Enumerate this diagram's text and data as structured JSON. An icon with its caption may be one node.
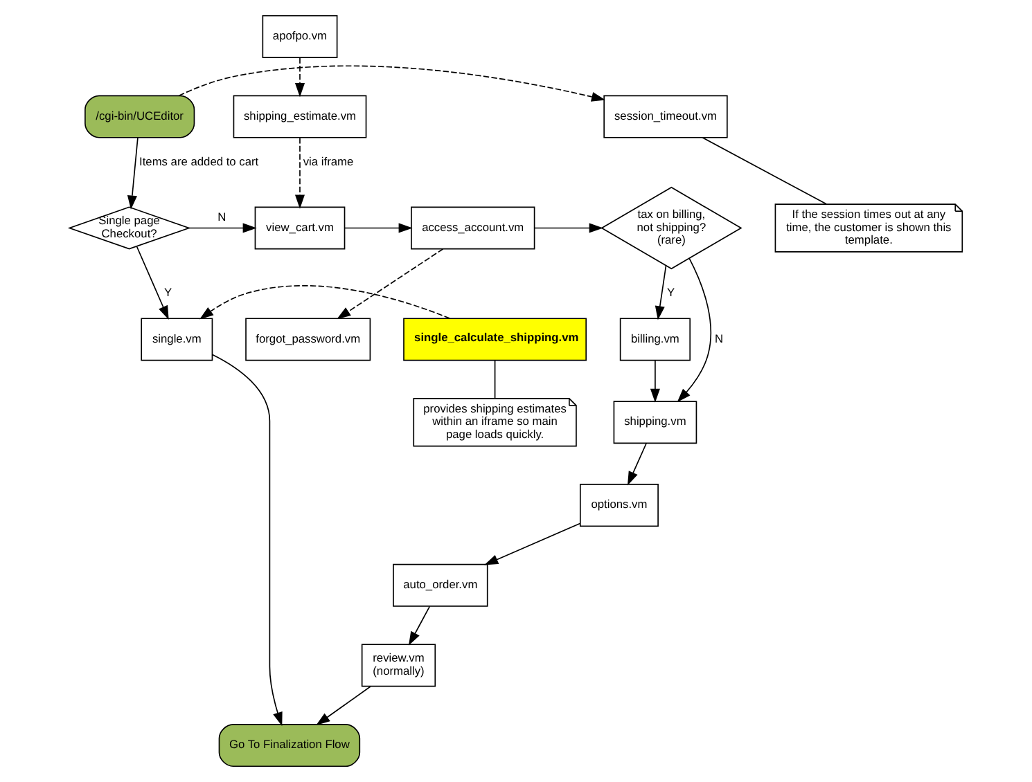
{
  "diagram": {
    "nodes": [
      {
        "text": [
          "/cgi-bin/UCEditor"
        ]
      },
      {
        "text": [
          "session_timeout.vm"
        ]
      },
      {
        "text": [
          "If the session times out at any time, the customer is shown this template."
        ]
      },
      {
        "text": [
          "Single page Checkout?"
        ]
      },
      {
        "text": [
          "view_cart.vm"
        ]
      },
      {
        "text": [
          "access_account.vm"
        ]
      },
      {
        "text": [
          "tax on billing, not shipping? (rare)"
        ]
      },
      {
        "text": [
          "shipping_estimate.vm"
        ]
      },
      {
        "text": [
          "forgot_password.vm"
        ]
      },
      {
        "text": [
          "billing.vm"
        ]
      },
      {
        "text": [
          "shipping.vm"
        ]
      },
      {
        "text": [
          "apofpo.vm"
        ]
      },
      {
        "text": [
          "options.vm"
        ]
      },
      {
        "text": [
          "auto_order.vm"
        ]
      },
      {
        "text": [
          "single.vm"
        ]
      },
      {
        "text": [
          "single_calculate_shipping.vm"
        ]
      },
      {
        "text": [
          "review.vm (normally)"
        ]
      },
      {
        "text": [
          "provides shipping estimates within an iframe so main page loads quickly."
        ]
      },
      {
        "text": [
          "Go To Finalization Flow"
        ]
      }
    ],
    "edges": [
      {
        "from": 0,
        "to": 1,
        "arrow": "to",
        "style": "dashed"
      },
      {
        "from": 1,
        "to": 2,
        "arrow": "none"
      },
      {
        "from": 0,
        "to": 3,
        "arrow": "to",
        "label": "Items are added to cart"
      },
      {
        "from": 3,
        "to": 4,
        "arrow": "to",
        "label": "N"
      },
      {
        "from": 3,
        "to": 14,
        "arrow": "to",
        "label": "Y"
      },
      {
        "from": 4,
        "to": 5,
        "arrow": "to"
      },
      {
        "from": 5,
        "to": 6,
        "arrow": "to"
      },
      {
        "from": 5,
        "to": 8,
        "arrow": "to",
        "style": "dashed"
      },
      {
        "from": 7,
        "to": 4,
        "arrow": "to",
        "style": "dashed",
        "label": "via iframe"
      },
      {
        "from": 11,
        "to": 7,
        "arrow": "to",
        "style": "dashed"
      },
      {
        "from": 6,
        "to": 9,
        "arrow": "to",
        "label": "Y"
      },
      {
        "from": 6,
        "to": 10,
        "arrow": "to",
        "label": "N"
      },
      {
        "from": 9,
        "to": 10,
        "arrow": "to"
      },
      {
        "from": 10,
        "to": 12,
        "arrow": "to"
      },
      {
        "from": 12,
        "to": 13,
        "arrow": "to"
      },
      {
        "from": 13,
        "to": 16,
        "arrow": "to"
      },
      {
        "from": 16,
        "to": 18,
        "arrow": "to"
      },
      {
        "from": 14,
        "to": 18,
        "arrow": "to"
      },
      {
        "from": 15,
        "to": 14,
        "arrow": "to",
        "style": "dashed"
      },
      {
        "from": 15,
        "to": 17,
        "arrow": "none"
      }
    ]
  }
}
